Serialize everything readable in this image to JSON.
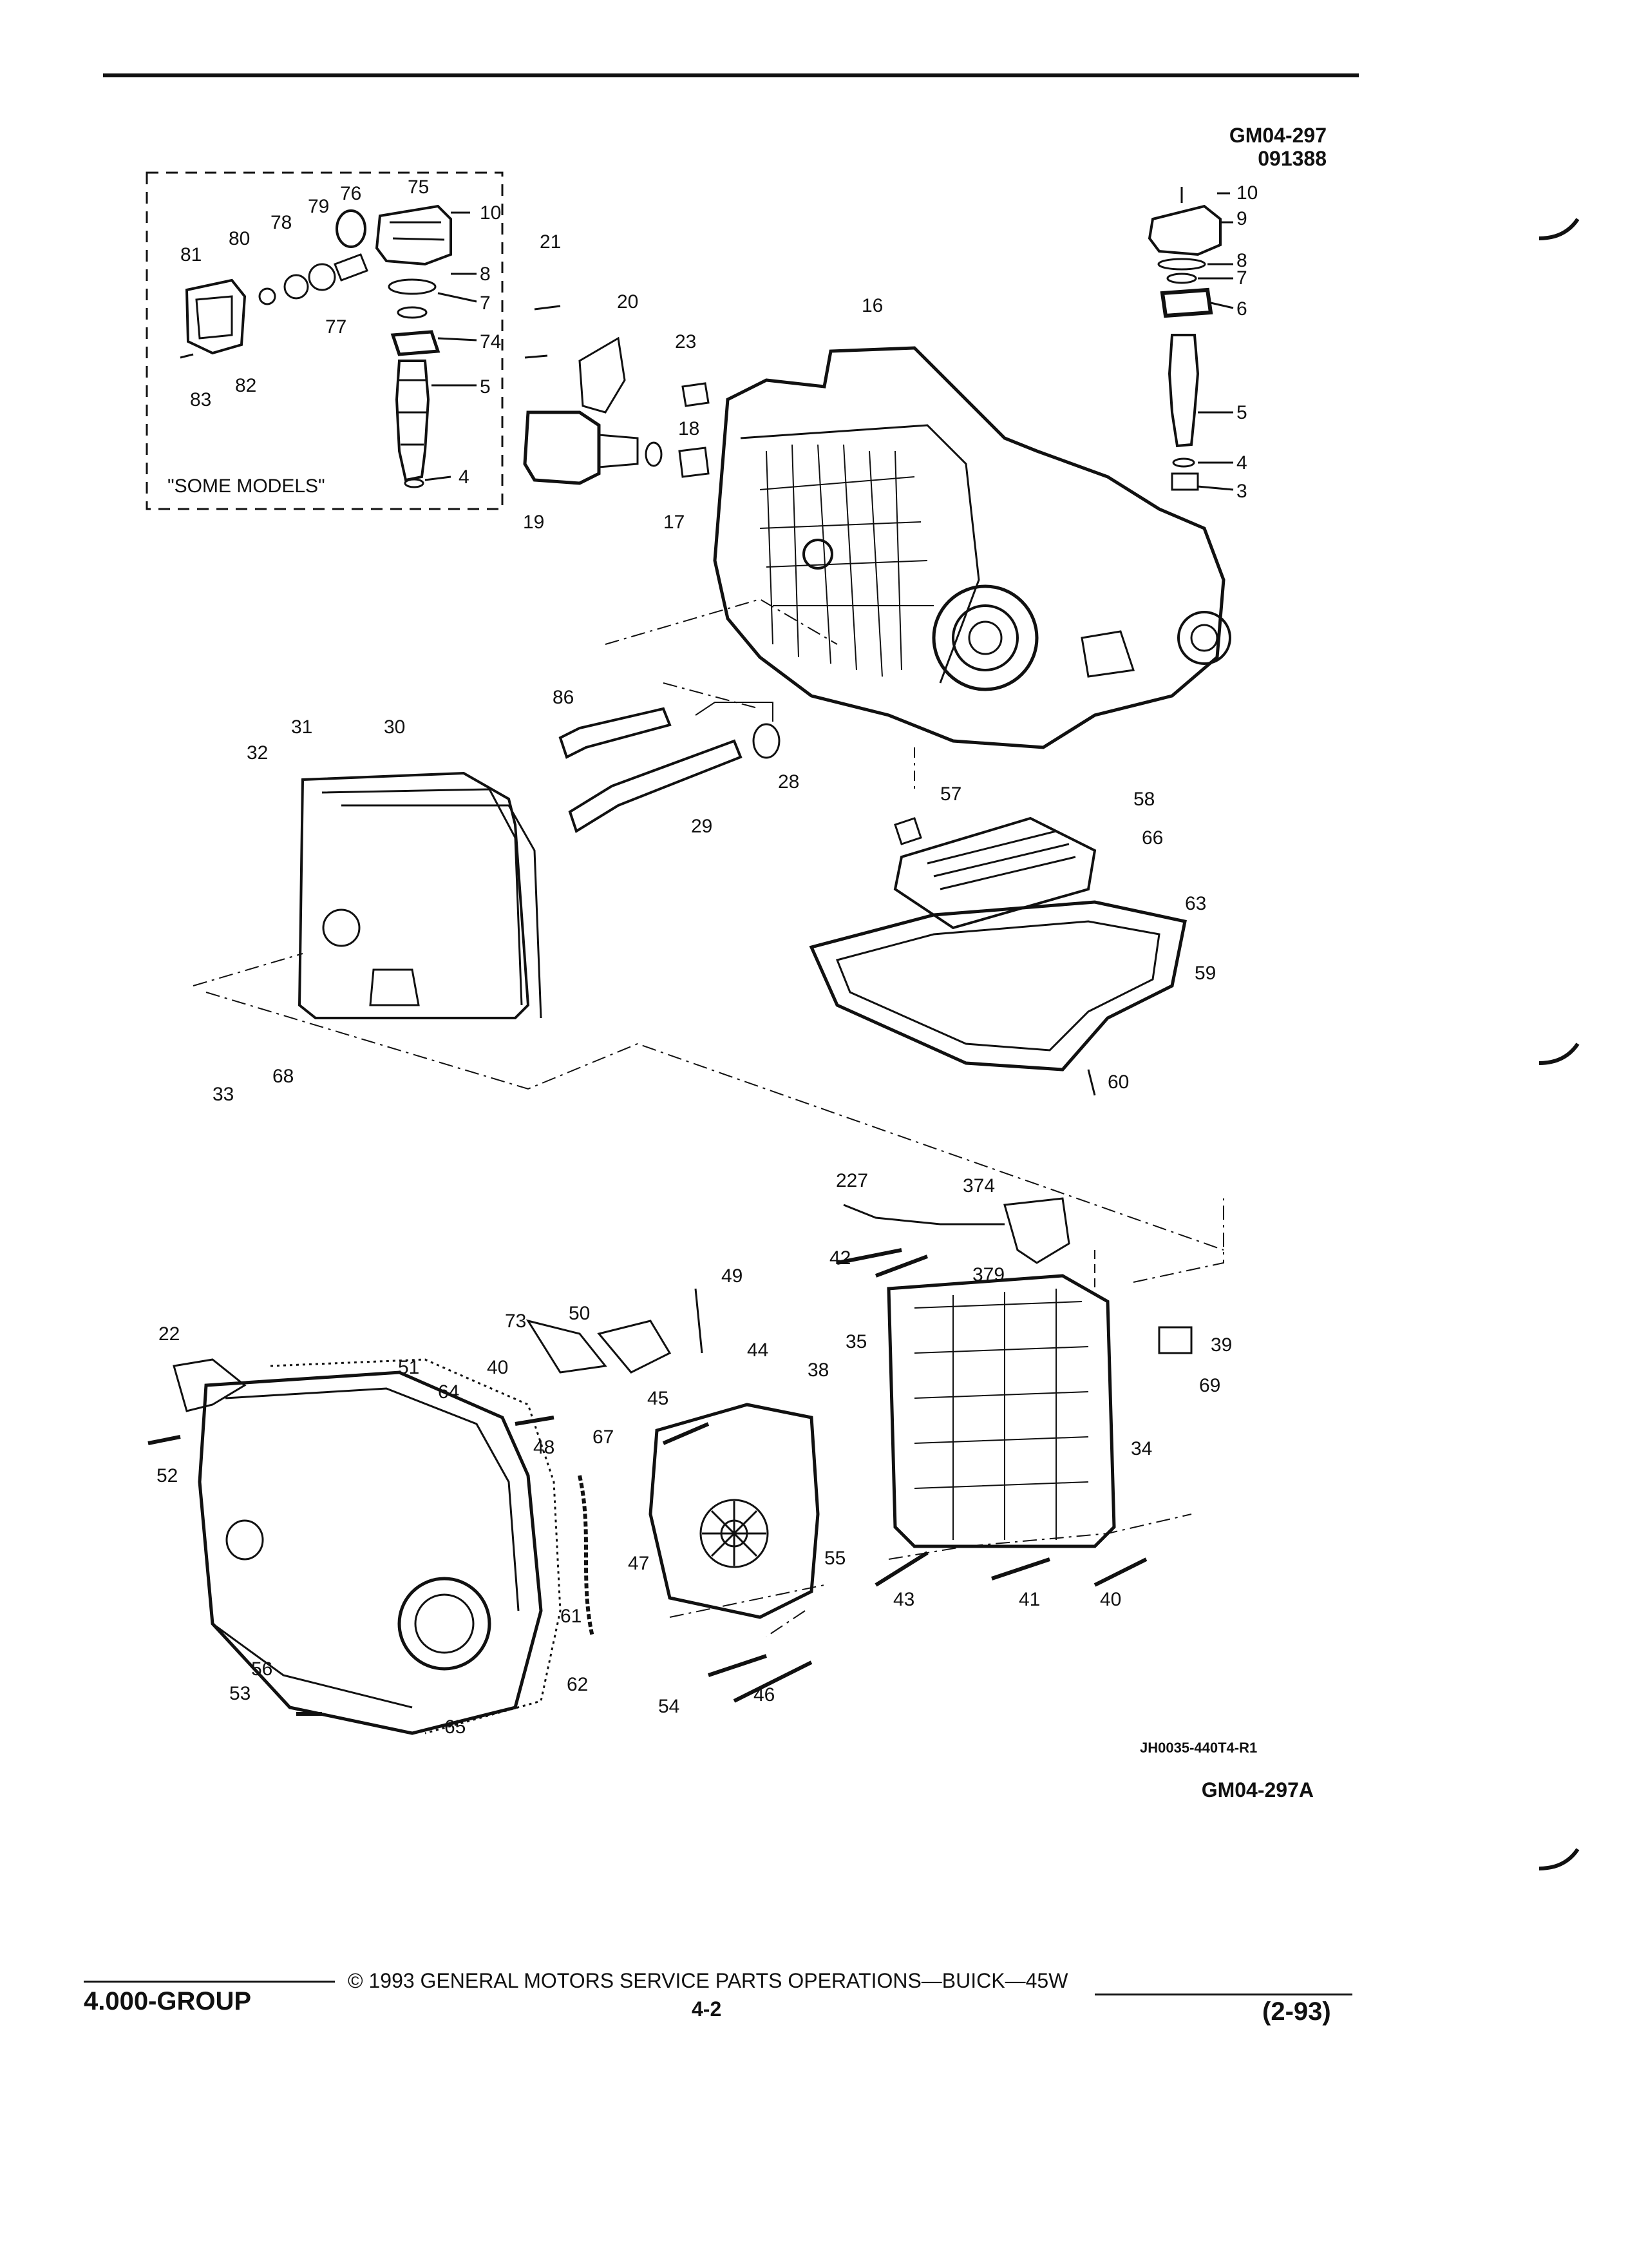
{
  "header": {
    "figure_ref_line1": "GM04-297",
    "figure_ref_line2": "091388"
  },
  "inset": {
    "label": "\"SOME MODELS\""
  },
  "callouts_upper": [
    "10",
    "9",
    "8",
    "7",
    "6",
    "5",
    "4",
    "3",
    "16",
    "21",
    "20",
    "23",
    "18",
    "19",
    "17",
    "75",
    "76",
    "79",
    "78",
    "80",
    "81",
    "10",
    "8",
    "7",
    "77",
    "74",
    "5",
    "83",
    "82",
    "4",
    "86",
    "28",
    "29",
    "30",
    "31",
    "32",
    "33",
    "68",
    "57",
    "58",
    "66",
    "63",
    "59",
    "60"
  ],
  "callouts_lower": [
    "227",
    "374",
    "42",
    "379",
    "49",
    "73",
    "50",
    "35",
    "39",
    "69",
    "22",
    "51",
    "64",
    "40",
    "44",
    "38",
    "45",
    "48",
    "67",
    "34",
    "52",
    "55",
    "47",
    "43",
    "41",
    "40",
    "61",
    "56",
    "53",
    "62",
    "54",
    "46",
    "65"
  ],
  "drawing_code": "JH0035-440T4-R1",
  "figure_ref_bottom": "GM04-297A",
  "footer": {
    "copyright": "© 1993 GENERAL MOTORS SERVICE PARTS OPERATIONS—BUICK—45W",
    "group": "4.000-GROUP",
    "page": "4-2",
    "date_code": "(2-93)"
  }
}
